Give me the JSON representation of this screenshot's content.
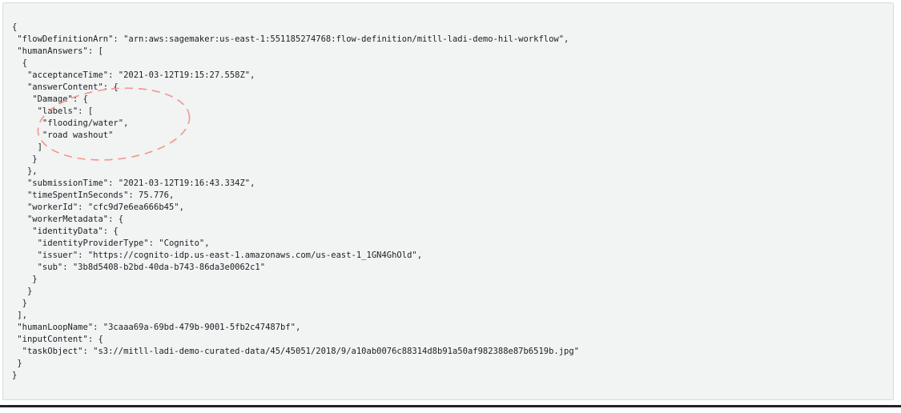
{
  "panel": {
    "kind": "json-output-viewer",
    "language": "json"
  },
  "code": {
    "lines": [
      "{",
      " \"flowDefinitionArn\": \"arn:aws:sagemaker:us-east-1:551185274768:flow-definition/mitll-ladi-demo-hil-workflow\",",
      " \"humanAnswers\": [",
      "  {",
      "   \"acceptanceTime\": \"2021-03-12T19:15:27.558Z\",",
      "   \"answerContent\": {",
      "    \"Damage\": {",
      "     \"labels\": [",
      "      \"flooding/water\",",
      "      \"road washout\"",
      "     ]",
      "    }",
      "   },",
      "   \"submissionTime\": \"2021-03-12T19:16:43.334Z\",",
      "   \"timeSpentInSeconds\": 75.776,",
      "   \"workerId\": \"cfc9d7e6ea666b45\",",
      "   \"workerMetadata\": {",
      "    \"identityData\": {",
      "     \"identityProviderType\": \"Cognito\",",
      "     \"issuer\": \"https://cognito-idp.us-east-1.amazonaws.com/us-east-1_1GN4GhOld\",",
      "     \"sub\": \"3b8d5408-b2bd-40da-b743-86da3e0062c1\"",
      "    }",
      "   }",
      "  }",
      " ],",
      " \"humanLoopName\": \"3caaa69a-69bd-479b-9001-5fb2c47487bf\",",
      " \"inputContent\": {",
      "  \"taskObject\": \"s3://mitll-ladi-demo-curated-data/45/45051/2018/9/a10ab0076c88314d8b91a50af982388e87b6519b.jpg\"",
      " }",
      "}"
    ]
  },
  "annotation": {
    "shape": "dashed-ellipse",
    "color": "#f2968c",
    "circled_text": [
      "\"Damage\": {",
      "\"labels\": [",
      "\"flooding/water\",",
      "\"road washout\"",
      "]"
    ]
  },
  "colors": {
    "panel_background": "#f2f3f3",
    "panel_border": "#d9dcdc",
    "code_text": "#1a1f24",
    "page_background": "#ffffff",
    "bottom_rule": "#202226"
  }
}
